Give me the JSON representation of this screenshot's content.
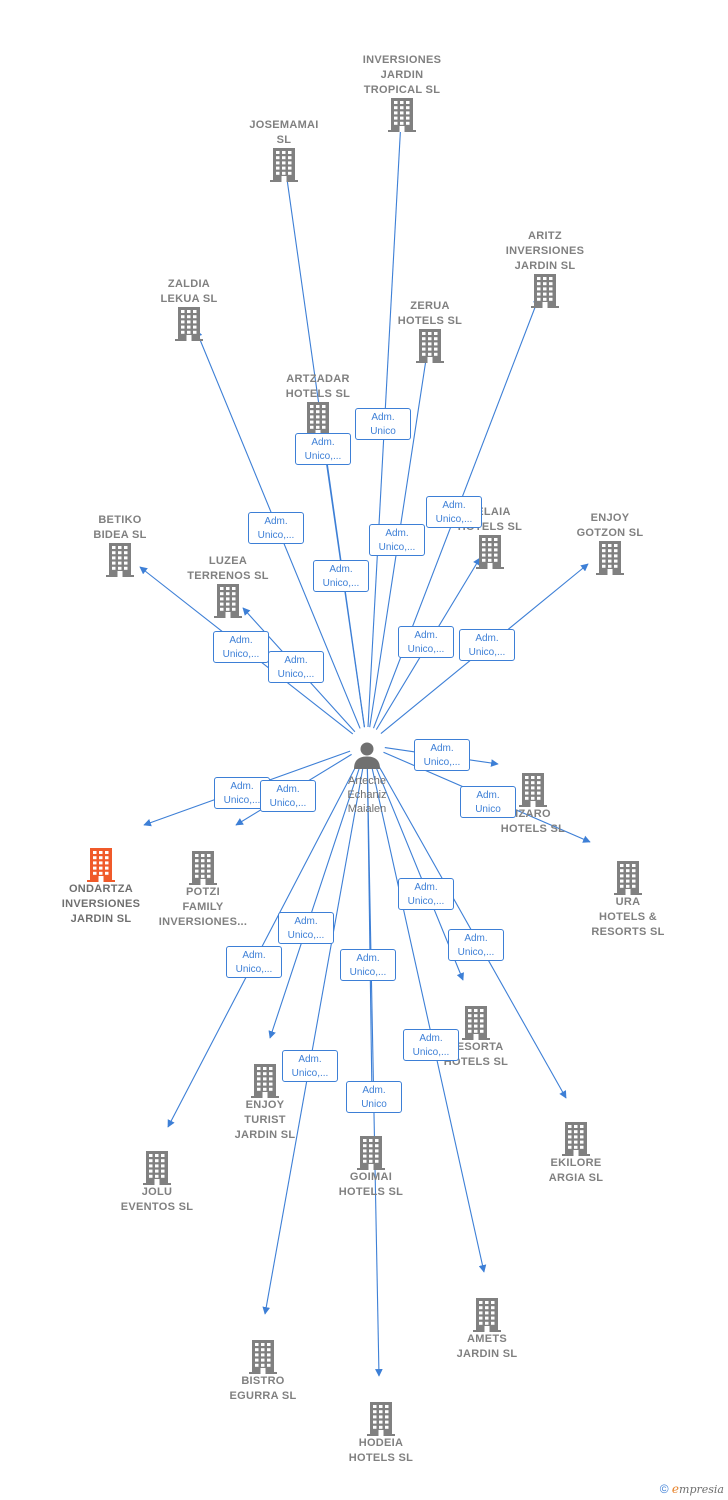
{
  "person": {
    "label": "Arteche\nEchaniz\nMaialen"
  },
  "companies": [
    {
      "id": "inversiones-jardin-tropical",
      "label": "INVERSIONES\nJARDIN\nTROPICAL SL",
      "highlight": false
    },
    {
      "id": "josemamai",
      "label": "JOSEMAMAI\nSL",
      "highlight": false
    },
    {
      "id": "aritz-inversiones-jardin",
      "label": "ARITZ\nINVERSIONES\nJARDIN SL",
      "highlight": false
    },
    {
      "id": "zaldia-lekua",
      "label": "ZALDIA\nLEKUA SL",
      "highlight": false
    },
    {
      "id": "zerua-hotels",
      "label": "ZERUA\nHOTELS SL",
      "highlight": false
    },
    {
      "id": "artzadar-hotels",
      "label": "ARTZADAR\nHOTELS SL",
      "highlight": false
    },
    {
      "id": "zelaia-hotels",
      "label": "ZELAIA\nHOTELS SL",
      "highlight": false
    },
    {
      "id": "betiko-bidea",
      "label": "BETIKO\nBIDEA SL",
      "highlight": false
    },
    {
      "id": "enjoy-gotzon",
      "label": "ENJOY\nGOTZON SL",
      "highlight": false
    },
    {
      "id": "luzea-terrenos",
      "label": "LUZEA\nTERRENOS SL",
      "highlight": false
    },
    {
      "id": "izaro-hotels",
      "label": "IZARO\nHOTELS SL",
      "highlight": false
    },
    {
      "id": "ondartza-inversiones-jardin",
      "label": "ONDARTZA\nINVERSIONES\nJARDIN SL",
      "highlight": true
    },
    {
      "id": "potzi-family-inversiones",
      "label": "POTZI\nFAMILY\nINVERSIONES...",
      "highlight": false
    },
    {
      "id": "ura-hotels-resorts",
      "label": "URA\nHOTELS &\nRESORTS SL",
      "highlight": false
    },
    {
      "id": "resorta-hotels",
      "label": "RESORTA\nHOTELS SL",
      "highlight": false
    },
    {
      "id": "enjoy-turist-jardin",
      "label": "ENJOY\nTURIST\nJARDIN SL",
      "highlight": false
    },
    {
      "id": "ekilore-argia",
      "label": "EKILORE\nARGIA SL",
      "highlight": false
    },
    {
      "id": "goimai-hotels",
      "label": "GOIMAI\nHOTELS SL",
      "highlight": false
    },
    {
      "id": "jolu-eventos",
      "label": "JOLU\nEVENTOS SL",
      "highlight": false
    },
    {
      "id": "amets-jardin",
      "label": "AMETS\nJARDIN SL",
      "highlight": false
    },
    {
      "id": "bistro-egurra",
      "label": "BISTRO\nEGURRA SL",
      "highlight": false
    },
    {
      "id": "hodeia-hotels",
      "label": "HODEIA\nHOTELS SL",
      "highlight": false
    }
  ],
  "relations": [
    {
      "target": "inversiones-jardin-tropical",
      "label": "Adm.\nUnico"
    },
    {
      "target": "josemamai",
      "label": "Adm.\nUnico,..."
    },
    {
      "target": "aritz-inversiones-jardin",
      "label": "Adm.\nUnico,..."
    },
    {
      "target": "zaldia-lekua",
      "label": "Adm.\nUnico,..."
    },
    {
      "target": "zerua-hotels",
      "label": "Adm.\nUnico,..."
    },
    {
      "target": "artzadar-hotels",
      "label": "Adm.\nUnico,..."
    },
    {
      "target": "zelaia-hotels",
      "label": "Adm.\nUnico,..."
    },
    {
      "target": "betiko-bidea",
      "label": "Adm.\nUnico,..."
    },
    {
      "target": "enjoy-gotzon",
      "label": "Adm.\nUnico,..."
    },
    {
      "target": "luzea-terrenos",
      "label": "Adm.\nUnico,..."
    },
    {
      "target": "izaro-hotels",
      "label": "Adm.\nUnico,..."
    },
    {
      "target": "ondartza-inversiones-jardin",
      "label": "Adm.\nUnico,..."
    },
    {
      "target": "potzi-family-inversiones",
      "label": "Adm.\nUnico,..."
    },
    {
      "target": "ura-hotels-resorts",
      "label": "Adm.\nUnico"
    },
    {
      "target": "resorta-hotels",
      "label": "Adm.\nUnico,..."
    },
    {
      "target": "enjoy-turist-jardin",
      "label": "Adm.\nUnico,..."
    },
    {
      "target": "ekilore-argia",
      "label": "Adm.\nUnico,..."
    },
    {
      "target": "goimai-hotels",
      "label": "Adm.\nUnico,..."
    },
    {
      "target": "jolu-eventos",
      "label": "Adm.\nUnico,..."
    },
    {
      "target": "amets-jardin",
      "label": "Adm.\nUnico,..."
    },
    {
      "target": "bistro-egurra",
      "label": "Adm.\nUnico,..."
    },
    {
      "target": "hodeia-hotels",
      "label": "Adm.\nUnico"
    }
  ],
  "footer": {
    "copyright": "©",
    "brand_initial": "e",
    "brand_rest": "mpresia"
  },
  "colors": {
    "edge": "#3d7fd6",
    "building": "#808080",
    "building_highlight": "#f05a2a",
    "person": "#707070"
  }
}
